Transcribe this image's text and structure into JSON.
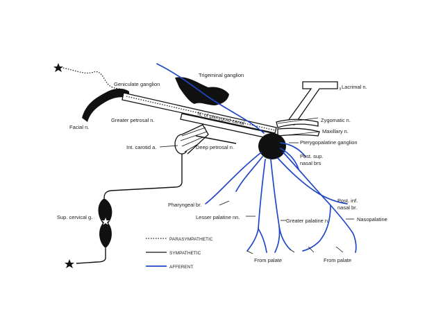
{
  "labels": {
    "geniculate_ganglion": "Geniculate ganglion",
    "trigeminal_ganglion": "Trigeminal ganglion",
    "lacrimal": "Lacrimal n.",
    "facial": "Facial n.",
    "greater_petrosal": "Greater petrosal n.",
    "n_pterygoid_canal": "N. of pterygoid canal",
    "zygomatic": "Zygomatic n.",
    "maxillary": "Maxillary n.",
    "pterygopalatine_ganglion": "Pterygopalatine ganglion",
    "int_carotid": "Int. carotid a.",
    "deep_petrosal": "Deep petrosal n.",
    "post_sup_nasal_1": "Post. sup.",
    "post_sup_nasal_2": "nasal brs",
    "post_inf_nasal_1": "Post. inf.",
    "post_inf_nasal_2": "nasal br.",
    "pharyngeal": "Pharyngeal br.",
    "lesser_palatine": "Lesser palatine nn.",
    "greater_palatine": "Greater palatine n.",
    "nasopalatine": "Nasopalatine",
    "sup_cervical": "Sup. cervical g.",
    "from_palate_1": "From palate",
    "from_palate_2": "From palate"
  },
  "legend": {
    "parasympathetic": "PARASYMPATHETIC",
    "sympathetic": "SYMPATHETIC",
    "afferent": "AFFERENT"
  },
  "colors": {
    "afferent": "#1f47c8",
    "sympathetic": "#111111",
    "parasympathetic": "#111111"
  }
}
